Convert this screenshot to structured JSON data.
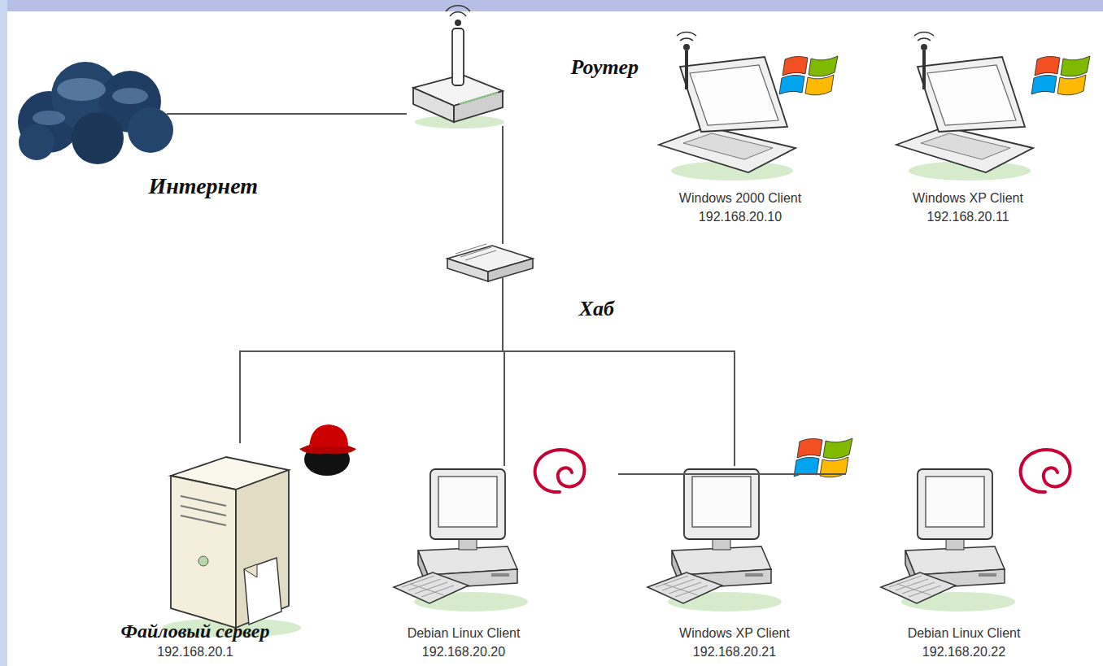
{
  "diagram": {
    "nodes": [
      {
        "text": [
          "Интернет"
        ]
      },
      {
        "text": [
          "Роутер"
        ]
      },
      {
        "text": [
          "Windows 2000 Client",
          "192.168.20.10"
        ]
      },
      {
        "text": [
          "Windows XP Client",
          "192.168.20.11"
        ]
      },
      {
        "text": [
          "Хаб"
        ]
      },
      {
        "text": [
          "Файловый сервер",
          "192.168.20.1"
        ]
      },
      {
        "text": [
          "Debian Linux Client",
          "192.168.20.20"
        ]
      },
      {
        "text": [
          "Windows XP Client",
          "192.168.20.21"
        ]
      },
      {
        "text": [
          "Debian Linux Client",
          "192.168.20.22"
        ]
      }
    ],
    "edges": [
      {
        "from": 0,
        "to": 1,
        "arrow": "none"
      },
      {
        "from": 1,
        "to": 4,
        "arrow": "none"
      },
      {
        "from": 4,
        "to": 5,
        "arrow": "none"
      },
      {
        "from": 4,
        "to": 6,
        "arrow": "none"
      },
      {
        "from": 4,
        "to": 7,
        "arrow": "none"
      },
      {
        "from": 4,
        "to": 8,
        "arrow": "none"
      }
    ]
  }
}
